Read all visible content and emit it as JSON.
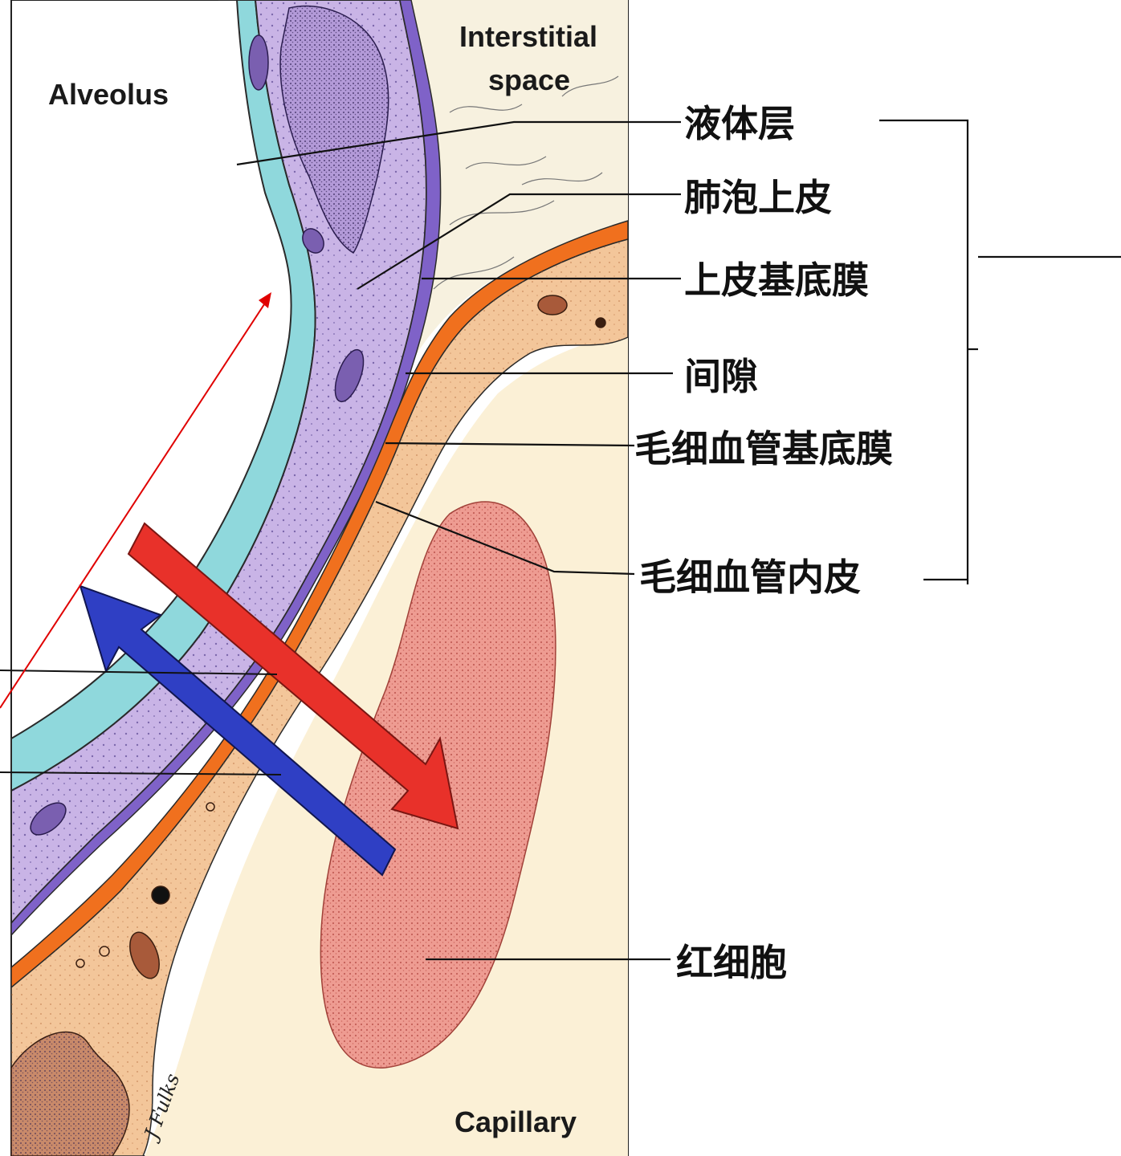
{
  "regions": {
    "alveolus": "Alveolus",
    "interstitial_line1": "Interstitial",
    "interstitial_line2": "space",
    "capillary": "Capillary"
  },
  "layers": [
    "液体层",
    "肺泡上皮",
    "上皮基底膜",
    "间隙",
    "毛细血管基底膜",
    "毛细血管内皮"
  ],
  "red_cell_label": "红细胞",
  "signature": "J Fulks",
  "colors": {
    "fluid_layer": "#8fd8dc",
    "epithelium": "#c9b4e6",
    "epithelial_basement": "#7f62c8",
    "interstitium": "#f7f1df",
    "capillary_basement": "#f0701e",
    "endothelium": "#f3c69a",
    "plasma": "#fbf0d6",
    "red_cell": "#ee9c92",
    "arrow_oxygen": "#e8312a",
    "arrow_co2": "#2f3fc4",
    "pointer_red": "#e00000"
  }
}
